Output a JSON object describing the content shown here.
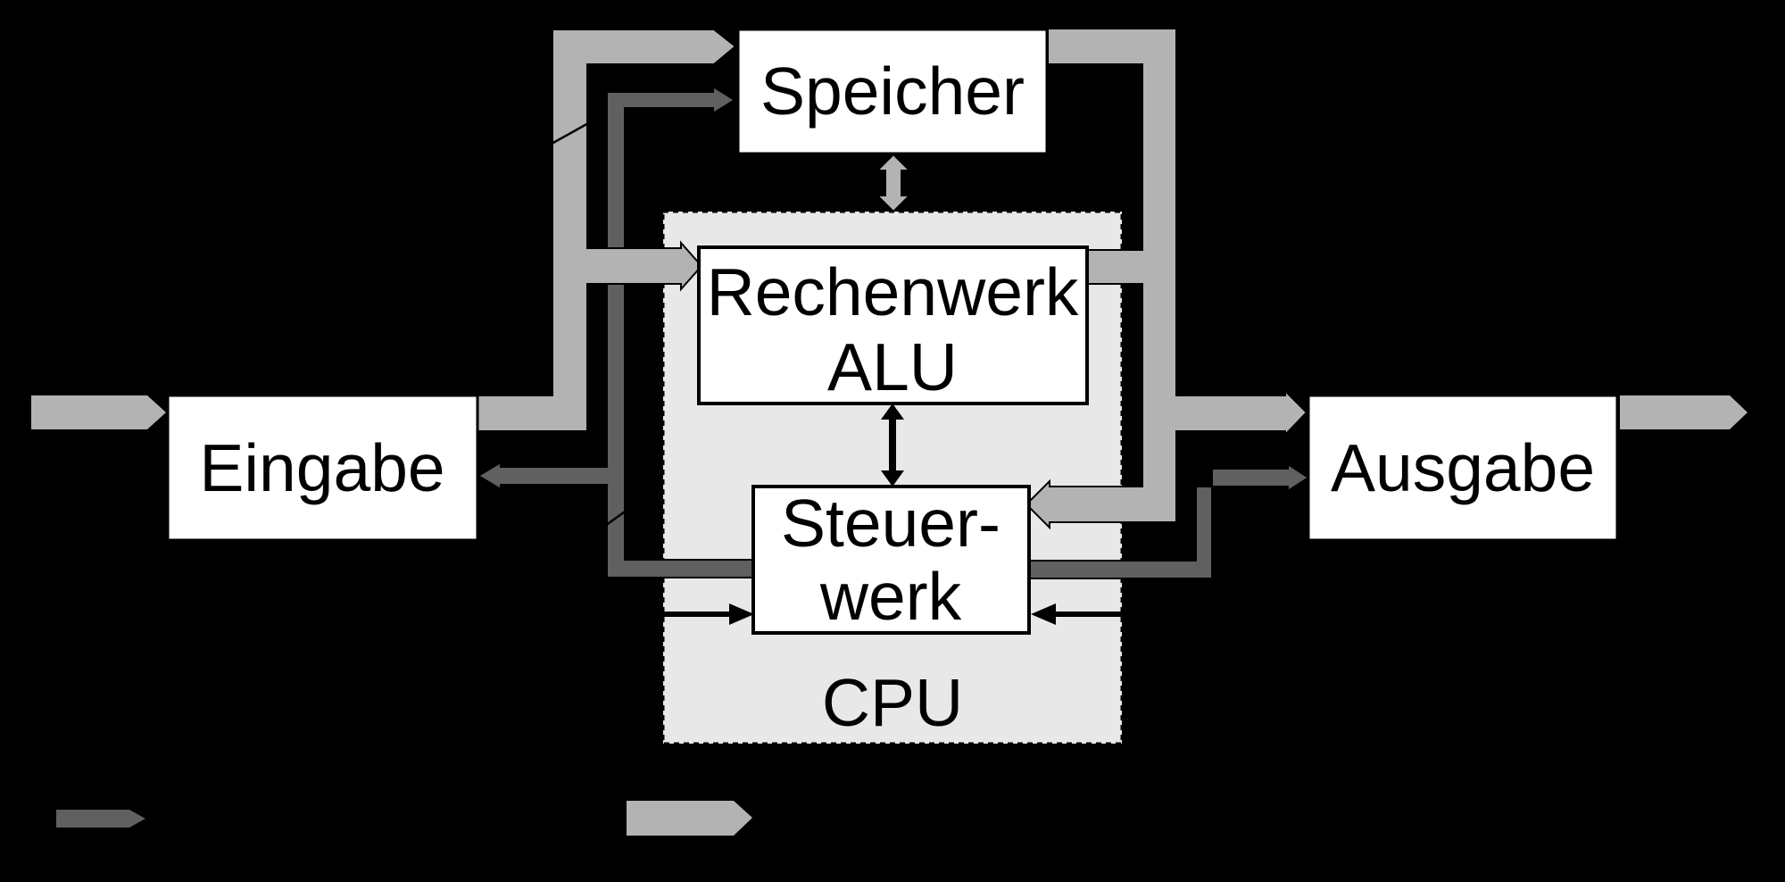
{
  "diagram": {
    "boxes": {
      "speicher": {
        "label": "Speicher"
      },
      "cpu": {
        "label": "CPU"
      },
      "rechenwerk": {
        "line1": "Rechenwerk",
        "line2": "ALU"
      },
      "steuerwerk": {
        "line1": "Steuer-",
        "line2": "werk"
      },
      "eingabe": {
        "label": "Eingabe"
      },
      "ausgabe": {
        "label": "Ausgabe"
      }
    },
    "colors": {
      "background": "#000000",
      "box_fill": "#ffffff",
      "box_border": "#000000",
      "cpu_fill": "#e8e8e8",
      "data_bus": "#b3b3b3",
      "control_bus": "#606060",
      "thin_arrow": "#000000"
    },
    "legend": {
      "items": [
        {
          "icon": "control-bus-arrow",
          "color_key": "control_bus"
        },
        {
          "icon": "data-bus-arrow",
          "color_key": "data_bus"
        }
      ]
    }
  }
}
